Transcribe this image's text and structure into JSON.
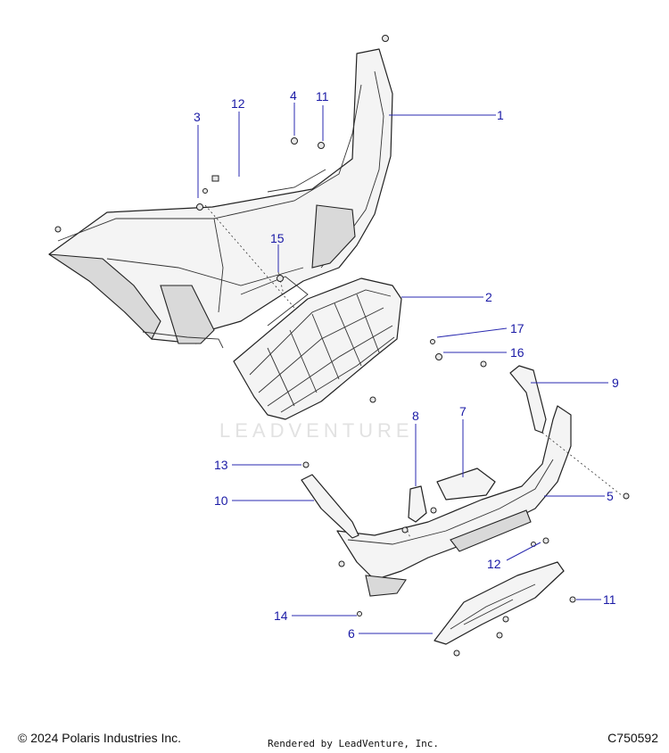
{
  "watermark": "LEADVENTURE",
  "footer": {
    "copyright": "© 2024 Polaris Industries Inc.",
    "rendered_by": "Rendered by LeadVenture, Inc.",
    "diagram_id": "C750592"
  },
  "callouts": [
    "1",
    "2",
    "3",
    "4",
    "5",
    "6",
    "7",
    "8",
    "9",
    "10",
    "11",
    "11",
    "12",
    "12",
    "13",
    "14",
    "15",
    "16",
    "17"
  ]
}
